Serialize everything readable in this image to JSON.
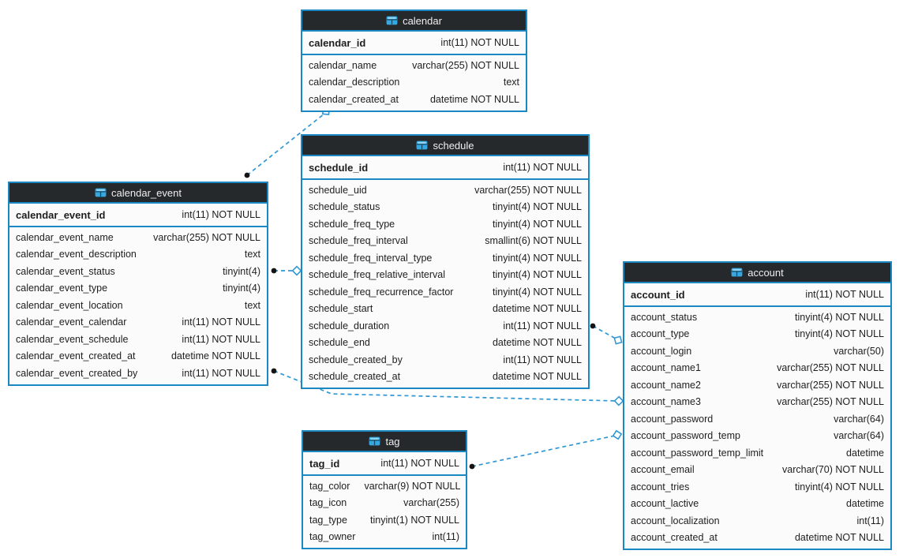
{
  "diagram": {
    "kind": "database-eer-diagram"
  },
  "colors": {
    "table_border": "#1b87c3",
    "header_bg": "#26292b",
    "header_text": "#eeeeee",
    "row_bg": "#fbfbfb",
    "row_text": "#1e1e1e",
    "relationship_line": "#2f97d4",
    "dot_endpoint": "#141414",
    "icon_blue": "#36a7e0"
  },
  "tables": [
    {
      "id": "calendar",
      "name": "calendar",
      "icon": "table-icon",
      "pk": [
        {
          "name": "calendar_id",
          "type": "int(11) NOT NULL"
        }
      ],
      "columns": [
        {
          "name": "calendar_name",
          "type": "varchar(255) NOT NULL"
        },
        {
          "name": "calendar_description",
          "type": "text"
        },
        {
          "name": "calendar_created_at",
          "type": "datetime NOT NULL"
        }
      ]
    },
    {
      "id": "schedule",
      "name": "schedule",
      "icon": "table-icon",
      "pk": [
        {
          "name": "schedule_id",
          "type": "int(11) NOT NULL"
        }
      ],
      "columns": [
        {
          "name": "schedule_uid",
          "type": "varchar(255) NOT NULL"
        },
        {
          "name": "schedule_status",
          "type": "tinyint(4) NOT NULL"
        },
        {
          "name": "schedule_freq_type",
          "type": "tinyint(4) NOT NULL"
        },
        {
          "name": "schedule_freq_interval",
          "type": "smallint(6) NOT NULL"
        },
        {
          "name": "schedule_freq_interval_type",
          "type": "tinyint(4) NOT NULL"
        },
        {
          "name": "schedule_freq_relative_interval",
          "type": "tinyint(4) NOT NULL"
        },
        {
          "name": "schedule_freq_recurrence_factor",
          "type": "tinyint(4) NOT NULL"
        },
        {
          "name": "schedule_start",
          "type": "datetime NOT NULL"
        },
        {
          "name": "schedule_duration",
          "type": "int(11) NOT NULL"
        },
        {
          "name": "schedule_end",
          "type": "datetime NOT NULL"
        },
        {
          "name": "schedule_created_by",
          "type": "int(11) NOT NULL"
        },
        {
          "name": "schedule_created_at",
          "type": "datetime NOT NULL"
        }
      ]
    },
    {
      "id": "calendar_event",
      "name": "calendar_event",
      "icon": "table-icon",
      "pk": [
        {
          "name": "calendar_event_id",
          "type": "int(11) NOT NULL"
        }
      ],
      "columns": [
        {
          "name": "calendar_event_name",
          "type": "varchar(255) NOT NULL"
        },
        {
          "name": "calendar_event_description",
          "type": "text"
        },
        {
          "name": "calendar_event_status",
          "type": "tinyint(4)"
        },
        {
          "name": "calendar_event_type",
          "type": "tinyint(4)"
        },
        {
          "name": "calendar_event_location",
          "type": "text"
        },
        {
          "name": "calendar_event_calendar",
          "type": "int(11) NOT NULL"
        },
        {
          "name": "calendar_event_schedule",
          "type": "int(11) NOT NULL"
        },
        {
          "name": "calendar_event_created_at",
          "type": "datetime NOT NULL"
        },
        {
          "name": "calendar_event_created_by",
          "type": "int(11) NOT NULL"
        }
      ]
    },
    {
      "id": "account",
      "name": "account",
      "icon": "table-icon",
      "pk": [
        {
          "name": "account_id",
          "type": "int(11) NOT NULL"
        }
      ],
      "columns": [
        {
          "name": "account_status",
          "type": "tinyint(4) NOT NULL"
        },
        {
          "name": "account_type",
          "type": "tinyint(4) NOT NULL"
        },
        {
          "name": "account_login",
          "type": "varchar(50)"
        },
        {
          "name": "account_name1",
          "type": "varchar(255) NOT NULL"
        },
        {
          "name": "account_name2",
          "type": "varchar(255) NOT NULL"
        },
        {
          "name": "account_name3",
          "type": "varchar(255) NOT NULL"
        },
        {
          "name": "account_password",
          "type": "varchar(64)"
        },
        {
          "name": "account_password_temp",
          "type": "varchar(64)"
        },
        {
          "name": "account_password_temp_limit",
          "type": "datetime"
        },
        {
          "name": "account_email",
          "type": "varchar(70) NOT NULL"
        },
        {
          "name": "account_tries",
          "type": "tinyint(4) NOT NULL"
        },
        {
          "name": "account_lactive",
          "type": "datetime"
        },
        {
          "name": "account_localization",
          "type": "int(11)"
        },
        {
          "name": "account_created_at",
          "type": "datetime NOT NULL"
        }
      ]
    },
    {
      "id": "tag",
      "name": "tag",
      "icon": "table-icon",
      "pk": [
        {
          "name": "tag_id",
          "type": "int(11) NOT NULL"
        }
      ],
      "columns": [
        {
          "name": "tag_color",
          "type": "varchar(9) NOT NULL"
        },
        {
          "name": "tag_icon",
          "type": "varchar(255)"
        },
        {
          "name": "tag_type",
          "type": "tinyint(1) NOT NULL"
        },
        {
          "name": "tag_owner",
          "type": "int(11)"
        }
      ]
    }
  ],
  "relationships": [
    {
      "from_table": "calendar_event",
      "to_table": "calendar",
      "from_marker": "dot",
      "to_marker": "diamond",
      "style": "dashed"
    },
    {
      "from_table": "calendar_event",
      "to_table": "schedule",
      "from_marker": "dot",
      "to_marker": "diamond",
      "style": "dashed"
    },
    {
      "from_table": "calendar_event",
      "to_table": "account",
      "from_marker": "dot",
      "to_marker": "diamond",
      "style": "dashed"
    },
    {
      "from_table": "schedule",
      "to_table": "account",
      "from_marker": "dot",
      "to_marker": "diamond",
      "style": "dashed"
    },
    {
      "from_table": "tag",
      "to_table": "account",
      "from_marker": "dot",
      "to_marker": "diamond",
      "style": "dashed"
    }
  ]
}
